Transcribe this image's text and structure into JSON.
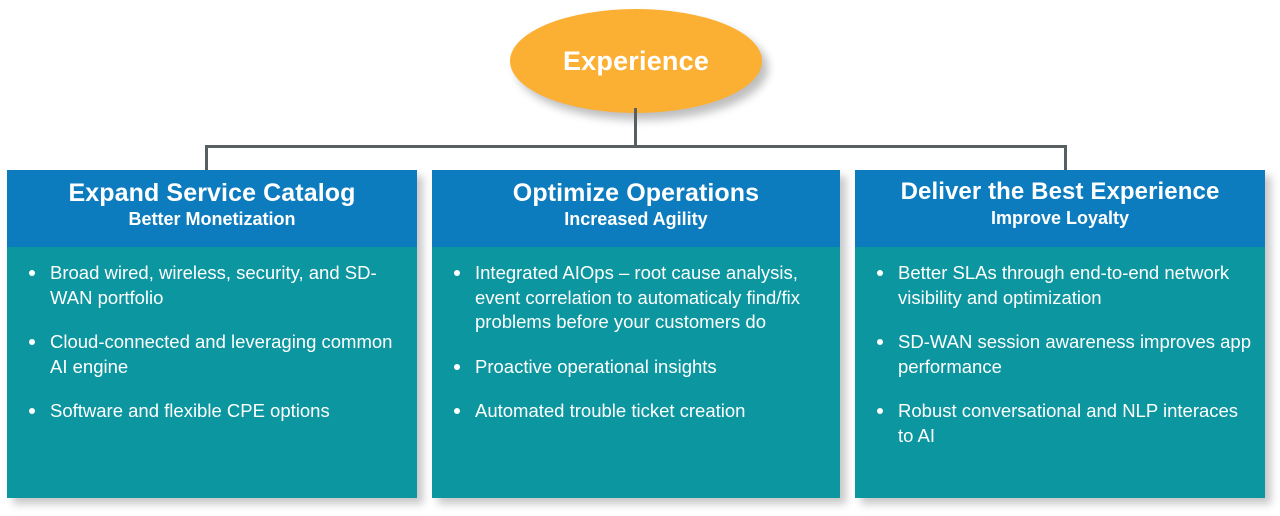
{
  "diagram": {
    "type": "hierarchy-three-column",
    "colors": {
      "root_fill": "#FBB034",
      "header_fill": "#0C7CBF",
      "body_fill": "#0C96A0",
      "connector": "#585F63",
      "text": "#FFFFFF",
      "background": "#FFFFFF"
    },
    "root": {
      "label": "Experience",
      "shape": "ellipse"
    },
    "columns": [
      {
        "title": "Expand Service Catalog",
        "subtitle": "Better Monetization",
        "bullets": [
          "Broad wired, wireless, security, and SD-WAN portfolio",
          "Cloud-connected and leveraging common AI engine",
          "Software and flexible CPE options"
        ]
      },
      {
        "title": "Optimize Operations",
        "subtitle": "Increased Agility",
        "bullets": [
          "Integrated AIOps – root cause analysis, event correlation to automaticaly find/fix problems before your customers do",
          "Proactive operational insights",
          "Automated trouble ticket creation"
        ]
      },
      {
        "title": "Deliver the Best Experience",
        "subtitle": "Improve Loyalty",
        "bullets": [
          "Better SLAs through end-to-end network visibility and optimization",
          "SD-WAN session awareness improves app performance",
          "Robust conversational and NLP interaces to AI"
        ]
      }
    ]
  }
}
